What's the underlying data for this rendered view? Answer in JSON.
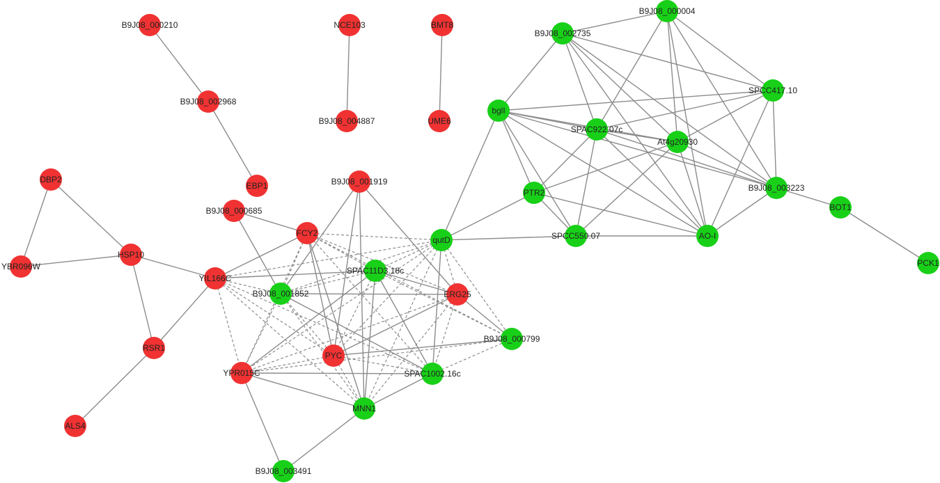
{
  "colors": {
    "up": "#f03232",
    "down": "#18d018",
    "edge": "#8c8c8c"
  },
  "nodes": [
    {
      "id": "B9J08_000210",
      "label": "B9J08_000210",
      "group": "up"
    },
    {
      "id": "B9J08_002968",
      "label": "B9J08_002968",
      "group": "up"
    },
    {
      "id": "EBP1",
      "label": "EBP1",
      "group": "up"
    },
    {
      "id": "NCE103",
      "label": "NCE103",
      "group": "up"
    },
    {
      "id": "B9J08_004887",
      "label": "B9J08_004887",
      "group": "up"
    },
    {
      "id": "BMT8",
      "label": "BMT8",
      "group": "up"
    },
    {
      "id": "UME6",
      "label": "UME6",
      "group": "up"
    },
    {
      "id": "DBP2",
      "label": "DBP2",
      "group": "up"
    },
    {
      "id": "YBR096W",
      "label": "YBR096W",
      "group": "up"
    },
    {
      "id": "HSP10",
      "label": "HSP10",
      "group": "up"
    },
    {
      "id": "RSR1",
      "label": "RSR1",
      "group": "up"
    },
    {
      "id": "ALS4",
      "label": "ALS4",
      "group": "up"
    },
    {
      "id": "YIL166C",
      "label": "YIL166C",
      "group": "up"
    },
    {
      "id": "B9J08_000685",
      "label": "B9J08_000685",
      "group": "up"
    },
    {
      "id": "FCY2",
      "label": "FCY2",
      "group": "up"
    },
    {
      "id": "B9J08_001919",
      "label": "B9J08_001919",
      "group": "up"
    },
    {
      "id": "ERG25",
      "label": "ERG25",
      "group": "up"
    },
    {
      "id": "PYC",
      "label": "PYC",
      "group": "up"
    },
    {
      "id": "YPR015C",
      "label": "YPR015C",
      "group": "up"
    },
    {
      "id": "B9J08_001852",
      "label": "B9J08_001852",
      "group": "down"
    },
    {
      "id": "SPAC11D3.18c",
      "label": "SPAC11D3.18c",
      "group": "down"
    },
    {
      "id": "qutD",
      "label": "qutD",
      "group": "down"
    },
    {
      "id": "B9J08_000799",
      "label": "B9J08_000799",
      "group": "down"
    },
    {
      "id": "SPAC1002.16c",
      "label": "SPAC1002.16c",
      "group": "down"
    },
    {
      "id": "MNN1",
      "label": "MNN1",
      "group": "down"
    },
    {
      "id": "B9J08_003491",
      "label": "B9J08_003491",
      "group": "down"
    },
    {
      "id": "B9J08_000004",
      "label": "B9J08_000004",
      "group": "down"
    },
    {
      "id": "B9J08_002735",
      "label": "B9J08_002735",
      "group": "down"
    },
    {
      "id": "SPCC417.10",
      "label": "SPCC417.10",
      "group": "down"
    },
    {
      "id": "bglI",
      "label": "bglI",
      "group": "down"
    },
    {
      "id": "SPAC922.07c",
      "label": "SPAC922.07c",
      "group": "down"
    },
    {
      "id": "At4g20930",
      "label": "At4g20930",
      "group": "down"
    },
    {
      "id": "B9J08_003223",
      "label": "B9J08_003223",
      "group": "down"
    },
    {
      "id": "PTR2",
      "label": "PTR2",
      "group": "down"
    },
    {
      "id": "SPCC550.07",
      "label": "SPCC550.07",
      "group": "down"
    },
    {
      "id": "AO-I",
      "label": "AO-I",
      "group": "down"
    },
    {
      "id": "BOT1",
      "label": "BOT1",
      "group": "down"
    },
    {
      "id": "PCK1",
      "label": "PCK1",
      "group": "down"
    }
  ],
  "edges": [
    {
      "source": "B9J08_000210",
      "target": "B9J08_002968",
      "style": "solid"
    },
    {
      "source": "B9J08_002968",
      "target": "EBP1",
      "style": "solid"
    },
    {
      "source": "NCE103",
      "target": "B9J08_004887",
      "style": "solid"
    },
    {
      "source": "BMT8",
      "target": "UME6",
      "style": "solid"
    },
    {
      "source": "DBP2",
      "target": "YBR096W",
      "style": "solid"
    },
    {
      "source": "DBP2",
      "target": "HSP10",
      "style": "solid"
    },
    {
      "source": "YBR096W",
      "target": "HSP10",
      "style": "solid"
    },
    {
      "source": "HSP10",
      "target": "RSR1",
      "style": "solid"
    },
    {
      "source": "HSP10",
      "target": "YIL166C",
      "style": "solid"
    },
    {
      "source": "RSR1",
      "target": "ALS4",
      "style": "solid"
    },
    {
      "source": "RSR1",
      "target": "YIL166C",
      "style": "solid"
    },
    {
      "source": "B9J08_000685",
      "target": "FCY2",
      "style": "solid"
    },
    {
      "source": "B9J08_000685",
      "target": "B9J08_001852",
      "style": "solid"
    },
    {
      "source": "YIL166C",
      "target": "FCY2",
      "style": "solid"
    },
    {
      "source": "YIL166C",
      "target": "SPAC11D3.18c",
      "style": "solid"
    },
    {
      "source": "B9J08_001852",
      "target": "ERG25",
      "style": "solid"
    },
    {
      "source": "B9J08_001852",
      "target": "SPAC1002.16c",
      "style": "solid"
    },
    {
      "source": "B9J08_001852",
      "target": "B9J08_001919",
      "style": "solid"
    },
    {
      "source": "FCY2",
      "target": "PYC",
      "style": "solid"
    },
    {
      "source": "FCY2",
      "target": "MNN1",
      "style": "solid"
    },
    {
      "source": "B9J08_001919",
      "target": "ERG25",
      "style": "solid"
    },
    {
      "source": "B9J08_001919",
      "target": "PYC",
      "style": "solid"
    },
    {
      "source": "B9J08_001919",
      "target": "MNN1",
      "style": "solid"
    },
    {
      "source": "SPAC11D3.18c",
      "target": "ERG25",
      "style": "solid"
    },
    {
      "source": "SPAC11D3.18c",
      "target": "MNN1",
      "style": "solid"
    },
    {
      "source": "SPAC11D3.18c",
      "target": "SPAC1002.16c",
      "style": "solid"
    },
    {
      "source": "SPAC11D3.18c",
      "target": "YPR015C",
      "style": "solid"
    },
    {
      "source": "ERG25",
      "target": "B9J08_000799",
      "style": "solid"
    },
    {
      "source": "ERG25",
      "target": "PYC",
      "style": "solid"
    },
    {
      "source": "PYC",
      "target": "B9J08_000799",
      "style": "solid"
    },
    {
      "source": "YPR015C",
      "target": "SPAC1002.16c",
      "style": "solid"
    },
    {
      "source": "YPR015C",
      "target": "MNN1",
      "style": "solid"
    },
    {
      "source": "YPR015C",
      "target": "B9J08_003491",
      "style": "solid"
    },
    {
      "source": "MNN1",
      "target": "SPAC1002.16c",
      "style": "solid"
    },
    {
      "source": "MNN1",
      "target": "B9J08_003491",
      "style": "solid"
    },
    {
      "source": "qutD",
      "target": "SPAC1002.16c",
      "style": "solid"
    },
    {
      "source": "qutD",
      "target": "bglI",
      "style": "solid"
    },
    {
      "source": "qutD",
      "target": "PTR2",
      "style": "solid"
    },
    {
      "source": "qutD",
      "target": "SPCC550.07",
      "style": "solid"
    },
    {
      "source": "B9J08_002735",
      "target": "B9J08_000004",
      "style": "solid"
    },
    {
      "source": "B9J08_002735",
      "target": "SPCC417.10",
      "style": "solid"
    },
    {
      "source": "B9J08_002735",
      "target": "bglI",
      "style": "solid"
    },
    {
      "source": "B9J08_002735",
      "target": "SPAC922.07c",
      "style": "solid"
    },
    {
      "source": "B9J08_002735",
      "target": "At4g20930",
      "style": "solid"
    },
    {
      "source": "B9J08_002735",
      "target": "B9J08_003223",
      "style": "solid"
    },
    {
      "source": "B9J08_002735",
      "target": "AO-I",
      "style": "solid"
    },
    {
      "source": "B9J08_000004",
      "target": "SPCC417.10",
      "style": "solid"
    },
    {
      "source": "B9J08_000004",
      "target": "SPAC922.07c",
      "style": "solid"
    },
    {
      "source": "B9J08_000004",
      "target": "At4g20930",
      "style": "solid"
    },
    {
      "source": "B9J08_000004",
      "target": "B9J08_003223",
      "style": "solid"
    },
    {
      "source": "B9J08_000004",
      "target": "AO-I",
      "style": "solid"
    },
    {
      "source": "SPCC417.10",
      "target": "bglI",
      "style": "solid"
    },
    {
      "source": "SPCC417.10",
      "target": "SPAC922.07c",
      "style": "solid"
    },
    {
      "source": "SPCC417.10",
      "target": "At4g20930",
      "style": "solid"
    },
    {
      "source": "SPCC417.10",
      "target": "B9J08_003223",
      "style": "solid"
    },
    {
      "source": "SPCC417.10",
      "target": "AO-I",
      "style": "solid"
    },
    {
      "source": "bglI",
      "target": "SPAC922.07c",
      "style": "solid"
    },
    {
      "source": "bglI",
      "target": "At4g20930",
      "style": "solid"
    },
    {
      "source": "bglI",
      "target": "B9J08_003223",
      "style": "solid"
    },
    {
      "source": "bglI",
      "target": "AO-I",
      "style": "solid"
    },
    {
      "source": "bglI",
      "target": "PTR2",
      "style": "solid"
    },
    {
      "source": "bglI",
      "target": "SPCC550.07",
      "style": "solid"
    },
    {
      "source": "SPAC922.07c",
      "target": "At4g20930",
      "style": "solid"
    },
    {
      "source": "SPAC922.07c",
      "target": "B9J08_003223",
      "style": "solid"
    },
    {
      "source": "SPAC922.07c",
      "target": "AO-I",
      "style": "solid"
    },
    {
      "source": "SPAC922.07c",
      "target": "PTR2",
      "style": "solid"
    },
    {
      "source": "SPAC922.07c",
      "target": "SPCC550.07",
      "style": "solid"
    },
    {
      "source": "At4g20930",
      "target": "B9J08_003223",
      "style": "solid"
    },
    {
      "source": "At4g20930",
      "target": "AO-I",
      "style": "solid"
    },
    {
      "source": "At4g20930",
      "target": "PTR2",
      "style": "solid"
    },
    {
      "source": "At4g20930",
      "target": "SPCC550.07",
      "style": "solid"
    },
    {
      "source": "B9J08_003223",
      "target": "AO-I",
      "style": "solid"
    },
    {
      "source": "B9J08_003223",
      "target": "BOT1",
      "style": "solid"
    },
    {
      "source": "PTR2",
      "target": "SPCC550.07",
      "style": "solid"
    },
    {
      "source": "PTR2",
      "target": "AO-I",
      "style": "solid"
    },
    {
      "source": "SPCC550.07",
      "target": "AO-I",
      "style": "solid"
    },
    {
      "source": "BOT1",
      "target": "PCK1",
      "style": "solid"
    },
    {
      "source": "YIL166C",
      "target": "qutD",
      "style": "dashed"
    },
    {
      "source": "YIL166C",
      "target": "B9J08_001852",
      "style": "dashed"
    },
    {
      "source": "YIL166C",
      "target": "PYC",
      "style": "dashed"
    },
    {
      "source": "YIL166C",
      "target": "YPR015C",
      "style": "dashed"
    },
    {
      "source": "YIL166C",
      "target": "MNN1",
      "style": "dashed"
    },
    {
      "source": "YIL166C",
      "target": "SPAC1002.16c",
      "style": "dashed"
    },
    {
      "source": "FCY2",
      "target": "qutD",
      "style": "dashed"
    },
    {
      "source": "FCY2",
      "target": "B9J08_001852",
      "style": "dashed"
    },
    {
      "source": "FCY2",
      "target": "SPAC11D3.18c",
      "style": "dashed"
    },
    {
      "source": "FCY2",
      "target": "ERG25",
      "style": "dashed"
    },
    {
      "source": "FCY2",
      "target": "YPR015C",
      "style": "dashed"
    },
    {
      "source": "FCY2",
      "target": "SPAC1002.16c",
      "style": "dashed"
    },
    {
      "source": "FCY2",
      "target": "B9J08_000799",
      "style": "dashed"
    },
    {
      "source": "qutD",
      "target": "B9J08_001852",
      "style": "dashed"
    },
    {
      "source": "qutD",
      "target": "SPAC11D3.18c",
      "style": "dashed"
    },
    {
      "source": "qutD",
      "target": "ERG25",
      "style": "dashed"
    },
    {
      "source": "qutD",
      "target": "PYC",
      "style": "dashed"
    },
    {
      "source": "qutD",
      "target": "YPR015C",
      "style": "dashed"
    },
    {
      "source": "qutD",
      "target": "MNN1",
      "style": "dashed"
    },
    {
      "source": "qutD",
      "target": "B9J08_000799",
      "style": "dashed"
    },
    {
      "source": "B9J08_001852",
      "target": "SPAC11D3.18c",
      "style": "dashed"
    },
    {
      "source": "B9J08_001852",
      "target": "PYC",
      "style": "dashed"
    },
    {
      "source": "B9J08_001852",
      "target": "YPR015C",
      "style": "dashed"
    },
    {
      "source": "B9J08_001852",
      "target": "MNN1",
      "style": "dashed"
    },
    {
      "source": "SPAC11D3.18c",
      "target": "PYC",
      "style": "dashed"
    },
    {
      "source": "SPAC11D3.18c",
      "target": "B9J08_000799",
      "style": "dashed"
    },
    {
      "source": "ERG25",
      "target": "YPR015C",
      "style": "dashed"
    },
    {
      "source": "ERG25",
      "target": "MNN1",
      "style": "dashed"
    },
    {
      "source": "ERG25",
      "target": "SPAC1002.16c",
      "style": "dashed"
    },
    {
      "source": "PYC",
      "target": "YPR015C",
      "style": "dashed"
    },
    {
      "source": "PYC",
      "target": "MNN1",
      "style": "dashed"
    },
    {
      "source": "PYC",
      "target": "SPAC1002.16c",
      "style": "dashed"
    },
    {
      "source": "YPR015C",
      "target": "B9J08_000799",
      "style": "dashed"
    },
    {
      "source": "SPAC1002.16c",
      "target": "B9J08_000799",
      "style": "dashed"
    }
  ]
}
